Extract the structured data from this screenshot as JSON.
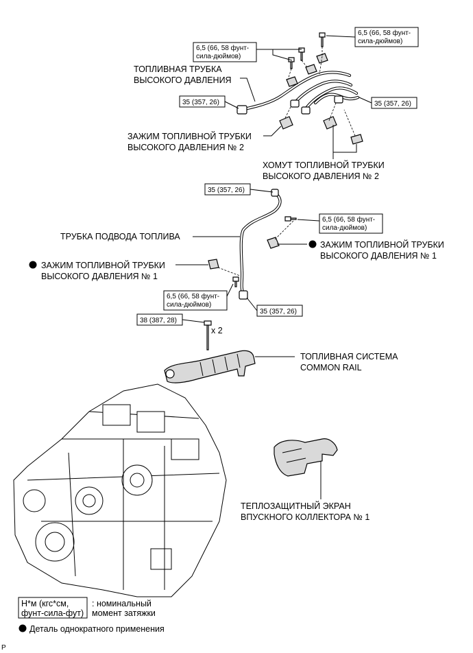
{
  "labels": {
    "high_pressure_pipe": [
      "ТОПЛИВНАЯ ТРУБКА",
      "ВЫСОКОГО ДАВЛЕНИЯ"
    ],
    "clamp_no2": [
      "ЗАЖИМ ТОПЛИВНОЙ ТРУБКИ",
      "ВЫСОКОГО ДАВЛЕНИЯ № 2"
    ],
    "collar_no2": [
      "ХОМУТ ТОПЛИВНОЙ ТРУБКИ",
      "ВЫСОКОГО ДАВЛЕНИЯ № 2"
    ],
    "fuel_inlet_pipe": "ТРУБКА ПОДВОДА ТОПЛИВА",
    "clamp_no1_right": [
      "ЗАЖИМ ТОПЛИВНОЙ ТРУБКИ",
      "ВЫСОКОГО ДАВЛЕНИЯ № 1"
    ],
    "clamp_no1_left": [
      "ЗАЖИМ ТОПЛИВНОЙ ТРУБКИ",
      "ВЫСОКОГО ДАВЛЕНИЯ № 1"
    ],
    "common_rail": [
      "ТОПЛИВНАЯ СИСТЕМА",
      "COMMON RAIL"
    ],
    "heat_shield": [
      "ТЕПЛОЗАЩИТНЫЙ ЭКРАН",
      "ВПУСКНОГО КОЛЛЕКТОРА № 1"
    ],
    "bolt_qty": "x 2"
  },
  "torque_boxes": {
    "t1": [
      "6,5 (66, 58 фунт-",
      "сила-дюймов)"
    ],
    "t2": [
      "6,5 (66, 58 фунт-",
      "сила-дюймов)"
    ],
    "t3": "35 (357, 26)",
    "t4": "35 (357, 26)",
    "t5": "35 (357, 26)",
    "t6": [
      "6,5 (66, 58 фунт-",
      "сила-дюймов)"
    ],
    "t7": [
      "6,5 (66, 58 фунт-",
      "сила-дюймов)"
    ],
    "t8": "35 (357, 26)",
    "t9": "38 (387, 28)"
  },
  "legend": {
    "torque_box": [
      "Н*м (кгс*см,",
      "фунт-сила-фут)"
    ],
    "torque_desc": [
      ": номинальный",
      "момент затяжки"
    ],
    "single_use": "Деталь однократного применения"
  },
  "corner_mark": "P"
}
